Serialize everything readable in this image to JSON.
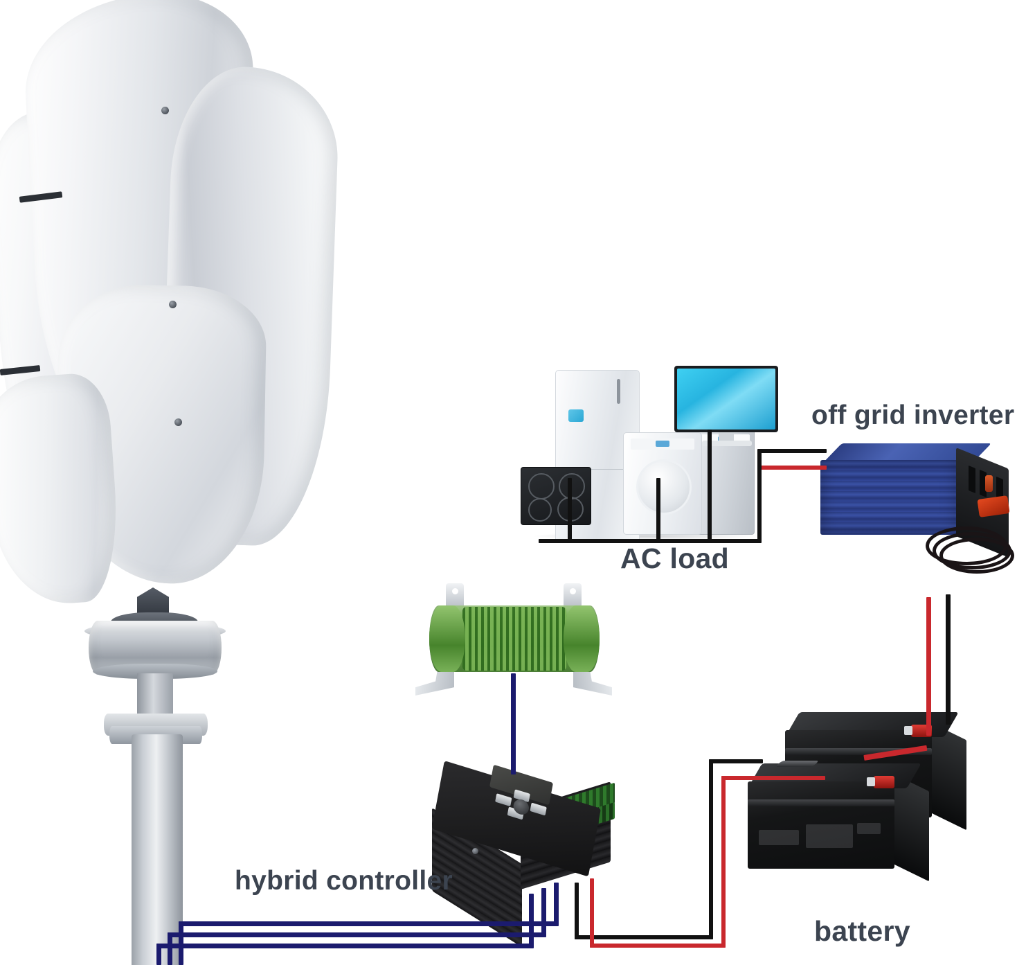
{
  "diagram": {
    "title": "Off-grid vertical axis wind turbine power system wiring diagram",
    "background_color": "#ffffff",
    "label_color": "#3c4450"
  },
  "labels": {
    "off_grid_inverter": "off grid inverter",
    "ac_load": "AC load",
    "hybrid_controller": "hybrid controller",
    "battery": "battery"
  },
  "components": [
    {
      "id": "wind-turbine",
      "name": "vertical axis wind turbine",
      "parts": [
        "helical blades",
        "generator hub",
        "mounting plate",
        "mast pole"
      ],
      "color": "#dfe3e8"
    },
    {
      "id": "ac-load",
      "name": "AC load appliances",
      "parts": [
        "induction cooktop",
        "refrigerator",
        "washing machine",
        "dishwasher",
        "monitor"
      ],
      "label": "AC load"
    },
    {
      "id": "off-grid-inverter",
      "name": "off grid inverter",
      "color": "#33489a",
      "label": "off grid inverter"
    },
    {
      "id": "dump-load-resistor",
      "name": "dump load resistor",
      "color": "#5c9b3c"
    },
    {
      "id": "hybrid-controller",
      "name": "hybrid charge controller",
      "color": "#1c1c1e",
      "label": "hybrid controller"
    },
    {
      "id": "battery-bank",
      "name": "battery bank",
      "count": 2,
      "color": "#151617",
      "label": "battery"
    }
  ],
  "wires": [
    {
      "id": "turbine-to-controller",
      "color": "#1b1b6e",
      "count": 3,
      "from": "wind-turbine",
      "to": "hybrid-controller",
      "note": "three-phase AC"
    },
    {
      "id": "resistor-to-controller",
      "color": "#1b1b6e",
      "count": 1,
      "from": "dump-load-resistor",
      "to": "hybrid-controller"
    },
    {
      "id": "controller-to-battery-positive",
      "color": "#c9282d",
      "count": 1,
      "from": "hybrid-controller",
      "to": "battery-bank"
    },
    {
      "id": "controller-to-battery-negative",
      "color": "#111111",
      "count": 1,
      "from": "hybrid-controller",
      "to": "battery-bank"
    },
    {
      "id": "battery-to-inverter-positive",
      "color": "#c9282d",
      "count": 1,
      "from": "battery-bank",
      "to": "off-grid-inverter"
    },
    {
      "id": "battery-to-inverter-negative",
      "color": "#111111",
      "count": 1,
      "from": "battery-bank",
      "to": "off-grid-inverter"
    },
    {
      "id": "inverter-to-ac-load-live",
      "color": "#111111",
      "count": 1,
      "from": "off-grid-inverter",
      "to": "ac-load"
    },
    {
      "id": "inverter-to-ac-load-neutral",
      "color": "#c9282d",
      "count": 1,
      "from": "off-grid-inverter",
      "to": "ac-load"
    },
    {
      "id": "battery-series-link",
      "color": "#c9282d",
      "count": 1,
      "from": "battery-bank",
      "to": "battery-bank"
    }
  ]
}
